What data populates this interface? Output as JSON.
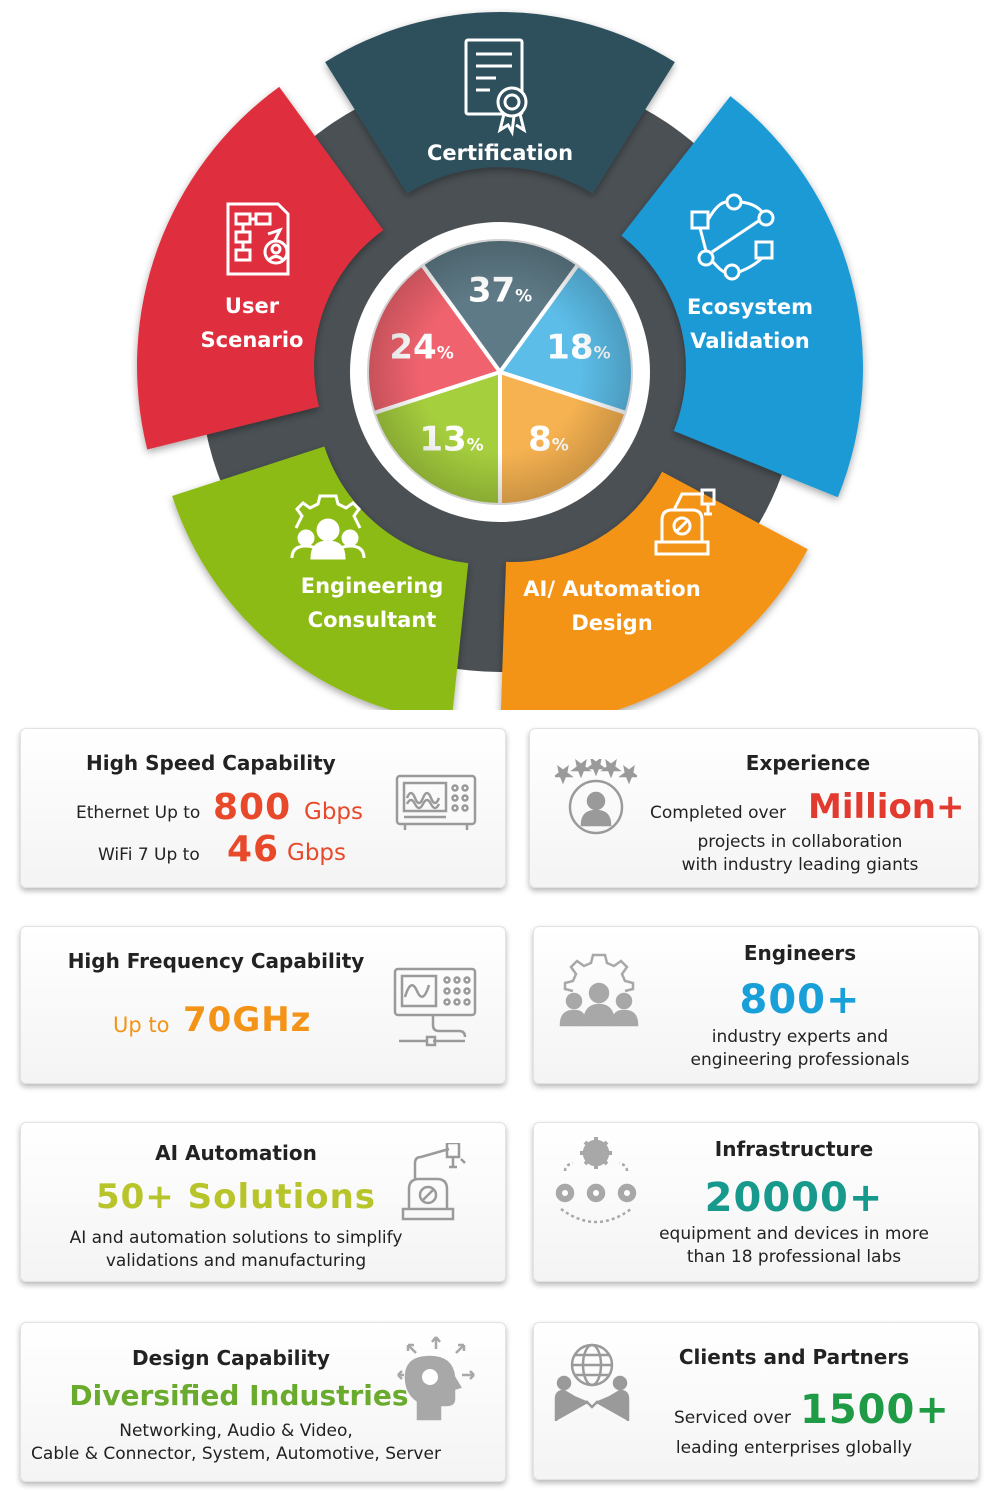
{
  "wheel": {
    "segments": [
      {
        "key": "certification",
        "label_lines": [
          "Certification"
        ],
        "color": "#2f4f5c"
      },
      {
        "key": "ecosystem",
        "label_lines": [
          "Ecosystem",
          "Validation"
        ],
        "color": "#1e9ad6"
      },
      {
        "key": "automation",
        "label_lines": [
          "AI/ Automation",
          "Design"
        ],
        "color": "#f39418"
      },
      {
        "key": "engineering",
        "label_lines": [
          "Engineering",
          "Consultant"
        ],
        "color": "#8dbb16"
      },
      {
        "key": "scenario",
        "label_lines": [
          "User",
          "Scenario"
        ],
        "color": "#df2f3c"
      }
    ],
    "pie": [
      {
        "value": "37",
        "unit": "%",
        "color": "#5e7a86"
      },
      {
        "value": "18",
        "unit": "%",
        "color": "#5cbde8"
      },
      {
        "value": "8",
        "unit": "%",
        "color": "#f6b251"
      },
      {
        "value": "13",
        "unit": "%",
        "color": "#a6cf3e"
      },
      {
        "value": "24",
        "unit": "%",
        "color": "#f0636e"
      }
    ]
  },
  "cards": {
    "high_speed": {
      "title": "High Speed Capability",
      "row1_prefix": "Ethernet Up to",
      "row1_value": "800",
      "row1_unit": "Gbps",
      "row2_prefix": "WiFi 7 Up to",
      "row2_value": "46",
      "row2_unit": "Gbps",
      "accent": "#e8492a",
      "icon": "oscilloscope-icon"
    },
    "experience": {
      "title": "Experience",
      "prefix": "Completed over",
      "value": "Million+",
      "line1": "projects in collaboration",
      "line2": "with industry leading giants",
      "accent": "#e23a2e",
      "icon": "rated-user-icon"
    },
    "high_freq": {
      "title": "High Frequency Capability",
      "prefix": "Up to",
      "value": "70GHz",
      "accent": "#f39418",
      "icon": "signal-analyzer-icon"
    },
    "engineers": {
      "title": "Engineers",
      "value": "800+",
      "line1": "industry experts and",
      "line2": "engineering professionals",
      "accent": "#1aa0d8",
      "icon": "team-gear-icon"
    },
    "ai": {
      "title": "AI Automation",
      "value": "50+ Solutions",
      "line1": "AI and automation solutions to simplify",
      "line2": "validations and manufacturing",
      "accent": "#b7c42a",
      "icon": "robot-arm-icon"
    },
    "infra": {
      "title": "Infrastructure",
      "value": "20000+",
      "line1": "equipment and devices in more",
      "line2": "than 18 professional labs",
      "accent": "#17998c",
      "icon": "gears-network-icon"
    },
    "design": {
      "title": "Design Capability",
      "value": "Diversified Industries",
      "line1": "Networking, Audio & Video,",
      "line2": "Cable & Connector, System, Automotive, Server",
      "accent": "#6aab2e",
      "icon": "idea-head-icon"
    },
    "clients": {
      "title": "Clients and Partners",
      "prefix": "Serviced over",
      "value": "1500+",
      "line1": "leading enterprises globally",
      "accent": "#1f9a45",
      "icon": "globe-handshake-icon"
    }
  }
}
